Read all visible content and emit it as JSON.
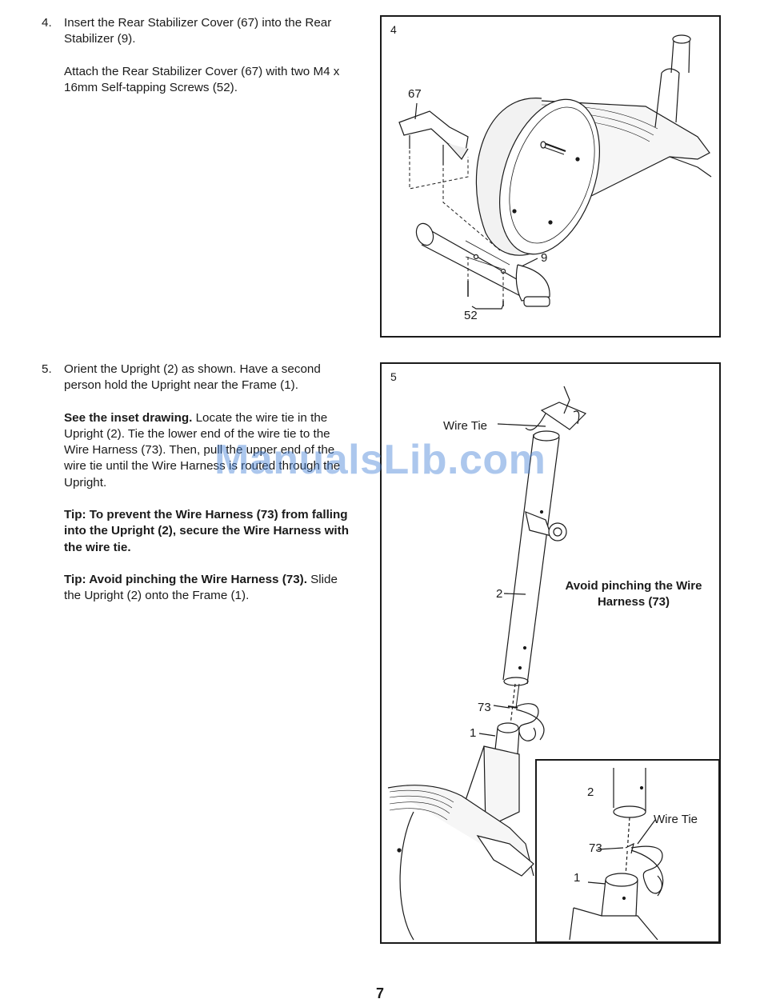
{
  "step4": {
    "number": "4.",
    "p1": "Insert the Rear Stabilizer Cover (67) into the Rear Stabilizer (9).",
    "p2": "Attach the Rear Stabilizer Cover (67) with two M4 x 16mm Self-tapping Screws (52)."
  },
  "step5": {
    "number": "5.",
    "p1": "Orient the Upright (2) as shown. Have a second person hold the Upright near the Frame (1).",
    "p2_bold": "See the inset drawing.",
    "p2_rest": " Locate the wire tie in the Upright (2). Tie the lower end of the wire tie to the Wire Harness (73). Then, pull the upper end of the wire tie until the Wire Harness is routed through the Upright.",
    "p3_bold": "Tip: To prevent the Wire Harness (73) from falling into the Upright (2), secure the Wire Harness with the wire tie.",
    "p4_bold": "Tip: Avoid pinching the Wire Harness (73).",
    "p4_rest": " Slide the Upright (2) onto the Frame (1)."
  },
  "figure4": {
    "number": "4",
    "callouts": {
      "cover": "67",
      "stabilizer": "9",
      "screws": "52"
    }
  },
  "figure5": {
    "number": "5",
    "callouts": {
      "wire_tie": "Wire Tie",
      "upright": "2",
      "harness": "73",
      "frame": "1"
    },
    "note": "Avoid pinching the Wire Harness (73)",
    "inset": {
      "upright": "2",
      "wire_tie": "Wire Tie",
      "harness": "73",
      "frame": "1"
    }
  },
  "watermark": "ManualsLib.com",
  "page_number": "7"
}
